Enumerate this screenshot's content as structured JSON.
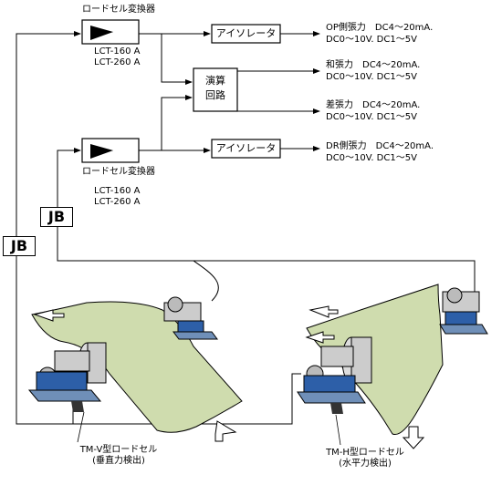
{
  "converters": [
    {
      "title": "ロードセル変換器",
      "models": [
        "LCT-160 A",
        "LCT-260 A"
      ]
    },
    {
      "title": "ロードセル変換器",
      "models": [
        "LCT-160 A",
        "LCT-260 A"
      ]
    }
  ],
  "isolator_label": "アイソレータ",
  "compute_label_1": "演算",
  "compute_label_2": "回路",
  "jb_label": "JB",
  "outputs": [
    {
      "line1": "OP側張力　DC4～20mA.",
      "line2": "DC0～10V. DC1～5V"
    },
    {
      "line1": "和張力　DC4～20mA.",
      "line2": "DC0～10V. DC1～5V"
    },
    {
      "line1": "差張力　DC4～20mA.",
      "line2": "DC0～10V. DC1～5V"
    },
    {
      "line1": "DR側張力　DC4～20mA.",
      "line2": "DC0～10V. DC1～5V"
    }
  ],
  "captions": [
    {
      "line1": "TM-V型ロードセル",
      "line2": "(垂直力検出)"
    },
    {
      "line1": "TM-H型ロードセル",
      "line2": "(水平力検出)"
    }
  ],
  "colors": {
    "web": "#cfdcae",
    "loadcell_blue": "#2d5fa8",
    "base": "#6f8fb8"
  }
}
